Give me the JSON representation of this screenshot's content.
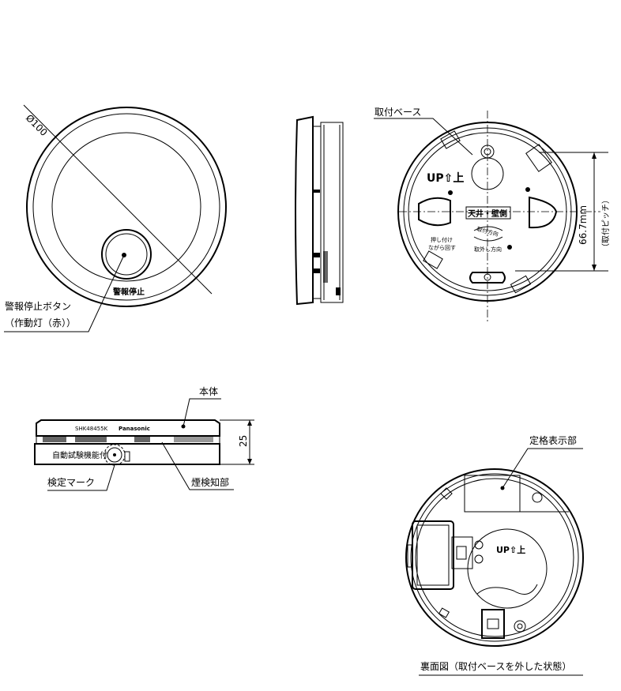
{
  "labels": {
    "diameter": "Ø100",
    "alarm_stop_button_line1": "警報停止ボタン",
    "alarm_stop_button_line2": "（作動灯（赤））",
    "alarm_stop_text": "警報停止",
    "mount_base": "取付ベース",
    "up_mark": "UP⇧上",
    "ceiling_wall": "天井・壁側",
    "push_label_1": "押し付け",
    "push_label_2": "ながら回す",
    "attach_direction": "取付方向",
    "remove_direction": "取外し方向",
    "pitch_value": "66.7mm",
    "pitch_label": "（取付ピッチ）",
    "main_body": "本体",
    "height_value": "25",
    "certification_mark": "検定マーク",
    "smoke_detector": "煙検知部",
    "rating_display": "定格表示部",
    "back_view_caption": "裏面図（取付ベースを外した状態）",
    "side_model_text": "SHK48455K",
    "side_brand_text": "Panasonic",
    "side_self_test": "自動試験機能付"
  }
}
